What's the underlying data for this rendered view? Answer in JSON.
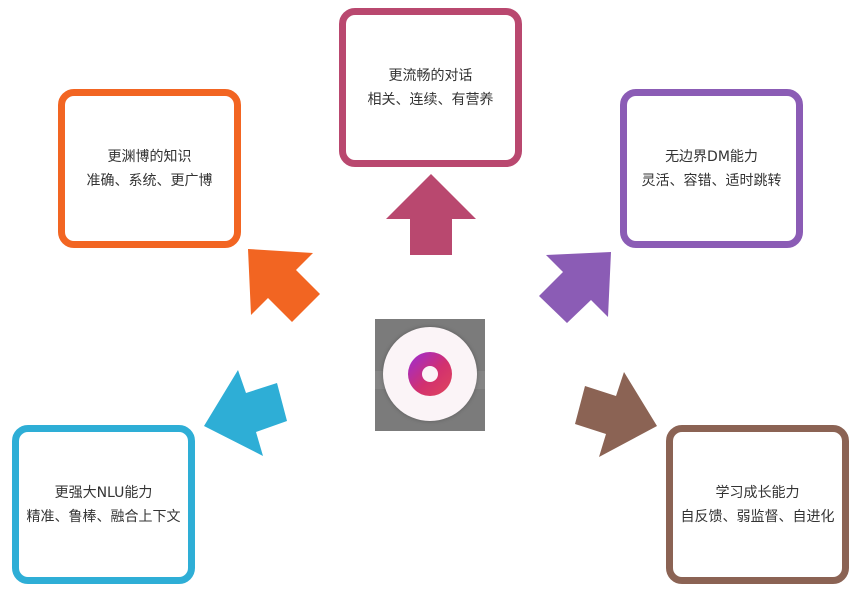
{
  "colors": {
    "knowledge": "#f26522",
    "dialogue": "#b9486f",
    "dm": "#8b5cb5",
    "nlu": "#2eaed6",
    "learning": "#8b6354"
  },
  "center": {
    "icon": "assistant-logo-icon"
  },
  "boxes": {
    "knowledge": {
      "title": "更渊博的知识",
      "subtitle": "准确、系统、更广博"
    },
    "dialogue": {
      "title": "更流畅的对话",
      "subtitle": "相关、连续、有营养"
    },
    "dm": {
      "title": "无边界DM能力",
      "subtitle": "灵活、容错、适时跳转"
    },
    "nlu": {
      "title": "更强大NLU能力",
      "subtitle": "精准、鲁棒、融合上下文"
    },
    "learning": {
      "title": "学习成长能力",
      "subtitle": "自反馈、弱监督、自进化"
    }
  }
}
